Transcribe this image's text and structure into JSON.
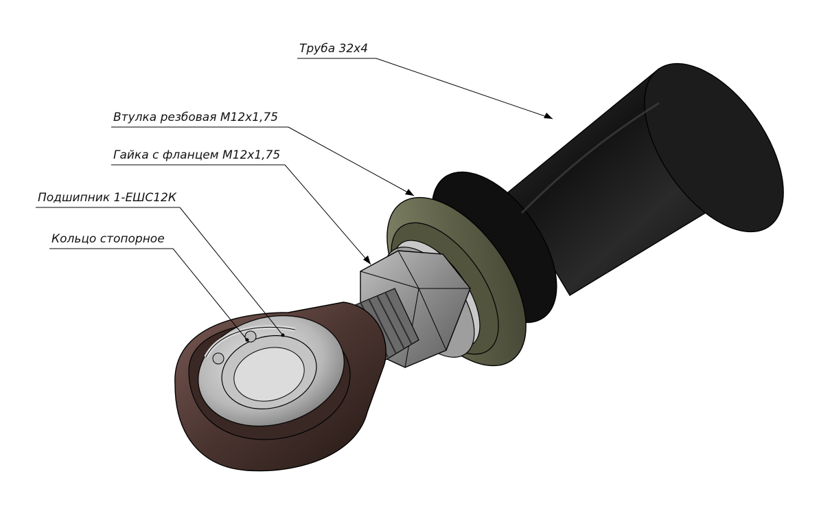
{
  "callouts": [
    {
      "id": "tube",
      "label": "Труба 32х4"
    },
    {
      "id": "sleeve",
      "label": "Втулка резбовая М12х1,75"
    },
    {
      "id": "nut",
      "label": "Гайка с фланцем М12х1,75"
    },
    {
      "id": "bearing",
      "label": "Подшипник 1-ЕШС12К"
    },
    {
      "id": "ring",
      "label": "Кольцо стопорное"
    }
  ],
  "colors": {
    "tube": "#141414",
    "sleeve": "#5e6048",
    "nut": "#8a8a8a",
    "rod_end": "#4a3430",
    "bearing": "#b8b8b8",
    "leader": "#000000"
  }
}
